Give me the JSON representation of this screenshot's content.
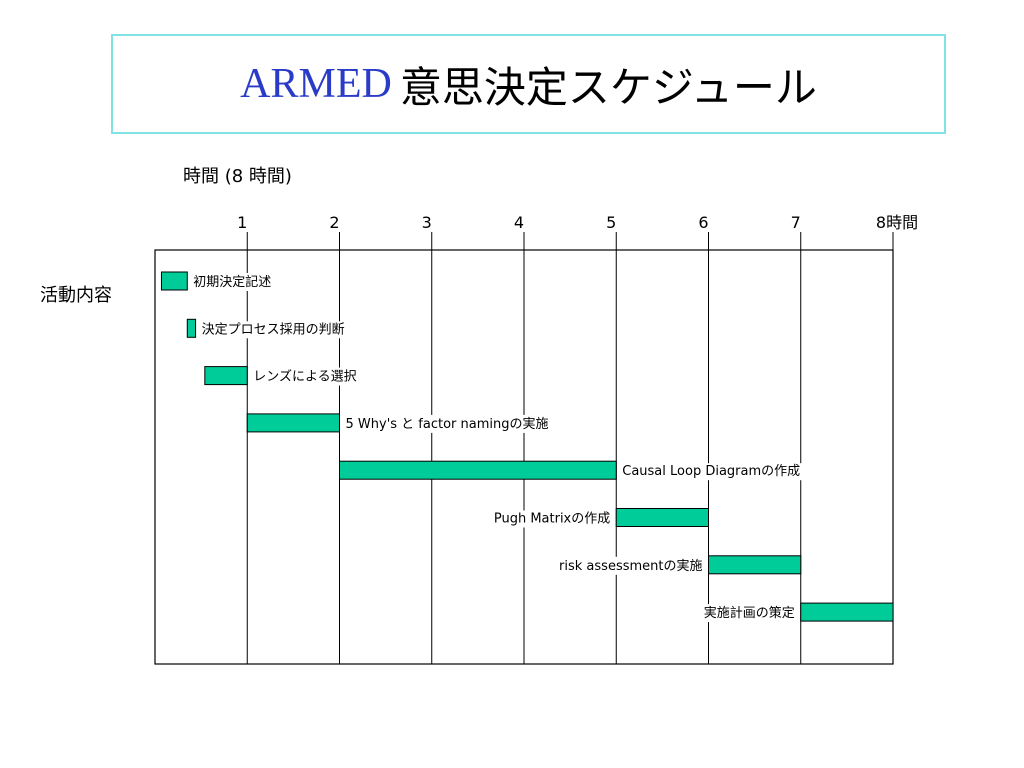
{
  "title": {
    "latin": "ARMED",
    "japanese": "意思決定スケジュール",
    "latin_color": "#2a3bc7"
  },
  "chart_data": {
    "type": "gantt",
    "xlabel": "時間 (8 時間)",
    "ylabel": "活動内容",
    "xlim": [
      0,
      8
    ],
    "tick_labels": [
      "1",
      "2",
      "3",
      "4",
      "5",
      "6",
      "7",
      "8時間"
    ],
    "bar_color": "#00cc99",
    "tasks": [
      {
        "label": "初期決定記述",
        "start": 0.07,
        "end": 0.35,
        "label_side": "right"
      },
      {
        "label": "決定プロセス採用の判断",
        "start": 0.35,
        "end": 0.44,
        "label_side": "right"
      },
      {
        "label": "レンズによる選択",
        "start": 0.54,
        "end": 1.0,
        "label_side": "right"
      },
      {
        "label": "5 Why's と factor namingの実施",
        "start": 1.0,
        "end": 2.0,
        "label_side": "right"
      },
      {
        "label": "Causal Loop Diagramの作成",
        "start": 2.0,
        "end": 5.0,
        "label_side": "right"
      },
      {
        "label": "Pugh Matrixの作成",
        "start": 5.0,
        "end": 6.0,
        "label_side": "left"
      },
      {
        "label": "risk assessmentの実施",
        "start": 6.0,
        "end": 7.0,
        "label_side": "left"
      },
      {
        "label": "実施計画の策定",
        "start": 7.0,
        "end": 8.0,
        "label_side": "left"
      }
    ]
  }
}
